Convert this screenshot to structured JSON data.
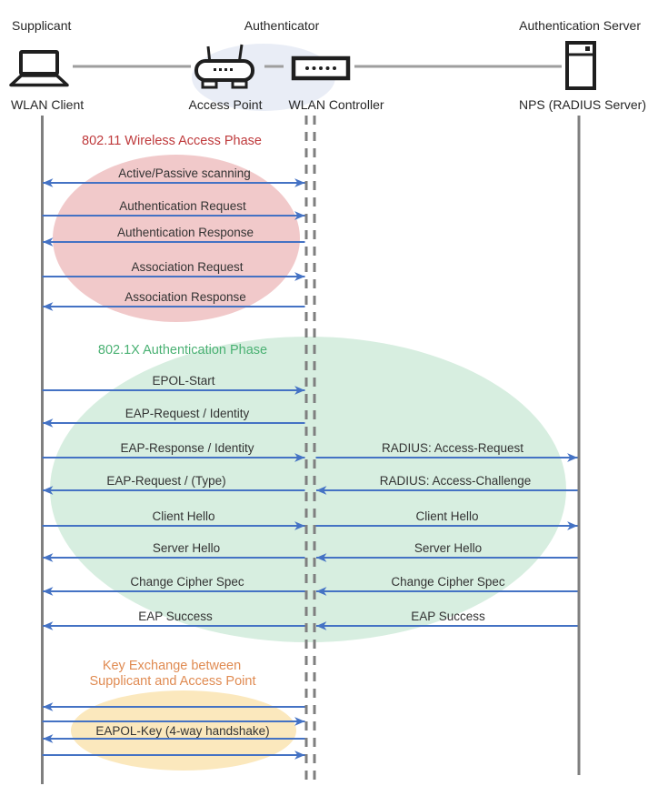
{
  "colors": {
    "arrow_blue": "#4472c4",
    "lifeline_gray": "#7f7f7f",
    "connector_gray": "#9e9e9e",
    "message_text": "#333333",
    "header_text": "#262626",
    "icon_stroke": "#1f1f1f",
    "phase1_title": "#bf3a3c",
    "phase1_fill": "#f1c9ca",
    "phase2_title": "#4ab173",
    "phase2_fill": "#d7eee0",
    "phase3_title": "#e08b52",
    "phase3_fill": "#fbe8bd",
    "authenticator_fill": "#e9edf6"
  },
  "header": {
    "supplicant": "Supplicant",
    "authenticator": "Authenticator",
    "auth_server": "Authentication Server",
    "wlan_client": "WLAN Client",
    "access_point": "Access Point",
    "wlan_controller": "WLAN Controller",
    "nps": "NPS (RADIUS Server)"
  },
  "phase1": {
    "title": "802.11 Wireless Access Phase",
    "messages": [
      "Active/Passive scanning",
      "Authentication Request",
      "Authentication Response",
      "Association Request",
      "Association Response"
    ]
  },
  "phase2": {
    "title": "802.1X Authentication Phase",
    "left_messages": [
      "EPOL-Start",
      "EAP-Request / Identity",
      "EAP-Response / Identity",
      "EAP-Request / (Type)",
      "Client Hello",
      "Server Hello",
      "Change Cipher Spec",
      "EAP Success"
    ],
    "right_messages": [
      "RADIUS: Access-Request",
      "RADIUS: Access-Challenge",
      "Client Hello",
      "Server Hello",
      "Change Cipher Spec",
      "EAP Success"
    ]
  },
  "phase3": {
    "title_line1": "Key Exchange between",
    "title_line2": "Supplicant and Access Point",
    "message": "EAPOL-Key (4-way handshake)"
  }
}
